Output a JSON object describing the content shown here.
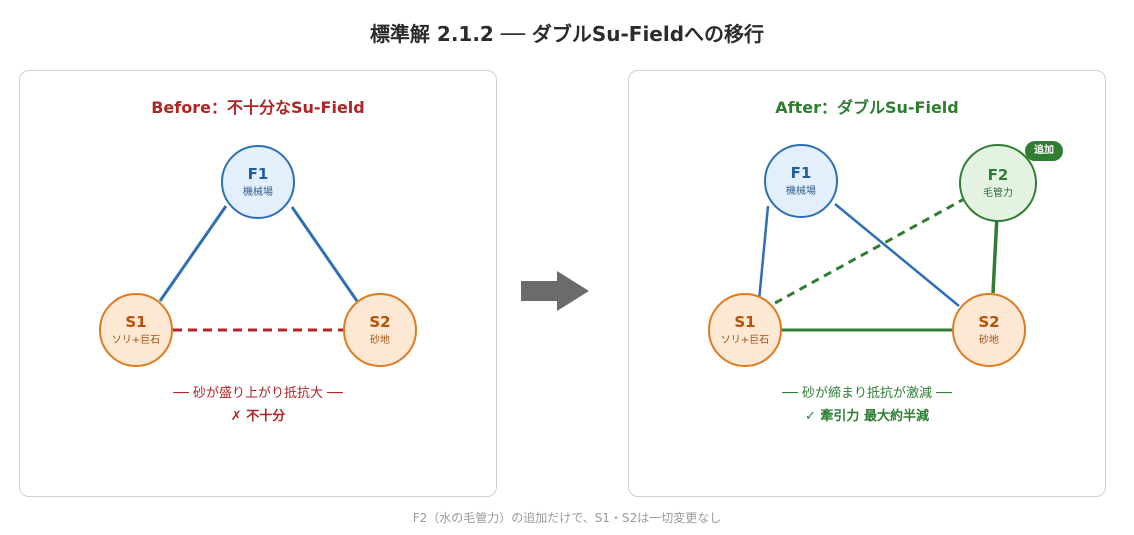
{
  "title": "標準解 2.1.2 ── ダブルSu-Fieldへの移行",
  "before": {
    "title": "Before：不十分なSu-Field",
    "nodes": {
      "f1": {
        "label": "F1",
        "sub": "機械場"
      },
      "s1": {
        "label": "S1",
        "sub": "ソリ+巨石"
      },
      "s2": {
        "label": "S2",
        "sub": "砂地"
      }
    },
    "caption": "── 砂が盛り上がり抵抗大 ──",
    "verdict": "✗ 不十分",
    "colors": {
      "title": "#b02424",
      "insufficient": "#b02424",
      "link": "#2f6fb5"
    }
  },
  "after": {
    "title": "After：ダブルSu-Field",
    "nodes": {
      "f1": {
        "label": "F1",
        "sub": "機械場"
      },
      "f2": {
        "label": "F2",
        "sub": "毛管力",
        "badge": "追加"
      },
      "s1": {
        "label": "S1",
        "sub": "ソリ+巨石"
      },
      "s2": {
        "label": "S2",
        "sub": "砂地"
      }
    },
    "caption": "── 砂が締まり抵抗が激減 ──",
    "verdict": "✓ 牽引力 最大約半減",
    "colors": {
      "title": "#2e7d32",
      "effective": "#2e7d32",
      "link": "#2f6fb5"
    }
  },
  "footnote": "F2（水の毛管力）の追加だけで、S1・S2は一切変更なし"
}
